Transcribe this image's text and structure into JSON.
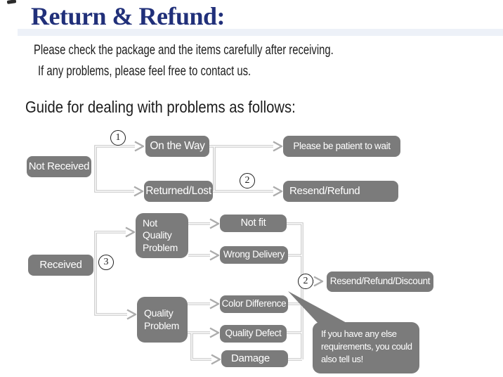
{
  "header": {
    "title": "Return & Refund:",
    "intro_line1": "Please check the package and the items carefully after receiving.",
    "intro_line2": "If any problems, please feel free to contact us.",
    "guide_heading": "Guide for dealing with problems as follows:"
  },
  "colors": {
    "title": "#21307a",
    "text": "#1c1c1c",
    "box_fill": "#7b7b7b",
    "box_text": "#ffffff",
    "connector": "#c6c6c6"
  },
  "flow": {
    "markers": {
      "step1": "1",
      "step2a": "2",
      "step2b": "2",
      "step3": "3"
    },
    "nodes": {
      "not_received": {
        "label": "Not Received"
      },
      "on_the_way": {
        "label": "On the Way"
      },
      "returned_lost": {
        "label": "Returned/Lost"
      },
      "please_wait": {
        "label": "Please be patient to wait"
      },
      "resend_refund": {
        "label": "Resend/Refund"
      },
      "received": {
        "label": "Received"
      },
      "not_quality_problem": {
        "lines": [
          "Not",
          "Quality",
          "Problem"
        ]
      },
      "not_fit": {
        "label": "Not fit"
      },
      "wrong_delivery": {
        "label": "Wrong Delivery"
      },
      "resend_refund_discount": {
        "label": "Resend/Refund/Discount"
      },
      "quality_problem": {
        "lines": [
          "Quality",
          "Problem"
        ]
      },
      "color_difference": {
        "label": "Color Difference"
      },
      "quality_defect": {
        "label": "Quality Defect"
      },
      "damage": {
        "label": "Damage"
      }
    },
    "bubble": {
      "lines": [
        "If you have any else",
        "requirements, you could",
        "also tell us!"
      ]
    }
  }
}
